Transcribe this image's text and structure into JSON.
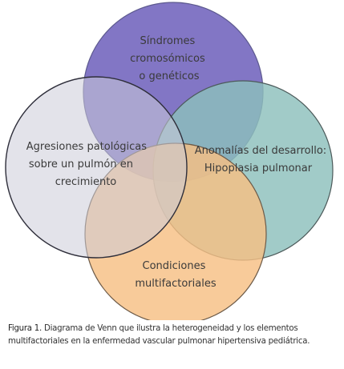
{
  "diagram": {
    "circles": [
      {
        "id": "sindromes",
        "label_lines": [
          "Síndromes",
          "cromosómicos",
          "o genéticos"
        ],
        "fill": "#7467bf",
        "stroke": "#5d5a8f"
      },
      {
        "id": "anomalias",
        "label_lines": [
          "Anomalías del desarrollo:",
          "Hipoplasia pulmonar"
        ],
        "fill": "#8cc0bc",
        "stroke": "#4c5a5a"
      },
      {
        "id": "condiciones",
        "label_lines": [
          "Condiciones",
          "multifactoriales"
        ],
        "fill": "#f6bf84",
        "stroke": "#6c5a48"
      },
      {
        "id": "agresiones",
        "label_lines": [
          "Agresiones patológicas",
          "sobre un pulmón en",
          "crecimiento"
        ],
        "fill": "#ccccd9",
        "stroke": "#2e2e3a"
      }
    ]
  },
  "caption": {
    "label": "Figura 1.",
    "text": " Diagrama de Venn que ilustra la heterogeneidad y los elementos multifactoriales en la enfermedad vascular pulmonar hipertensiva pediátrica."
  }
}
